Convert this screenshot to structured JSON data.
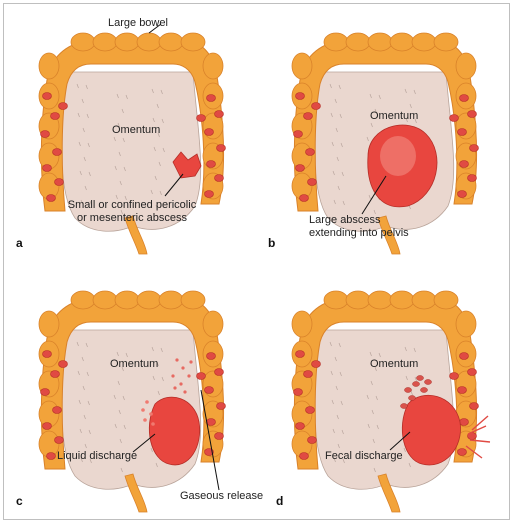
{
  "panels": [
    {
      "letter": "a",
      "labels": {
        "bowel": "Large bowel",
        "omentum": "Omentum",
        "line1": "Small or confined pericolic",
        "line2": "or mesenteric abscess"
      }
    },
    {
      "letter": "b",
      "labels": {
        "omentum": "Omentum",
        "line1": "Large abscess",
        "line2": "extending into pelvis"
      }
    },
    {
      "letter": "c",
      "labels": {
        "omentum": "Omentum",
        "liquid": "Liquid discharge",
        "gaseous": "Gaseous release"
      }
    },
    {
      "letter": "d",
      "labels": {
        "omentum": "Omentum",
        "fecal": "Fecal discharge"
      }
    }
  ],
  "colors": {
    "bowel": "#f2a33a",
    "bowel_dark": "#d9822a",
    "omentum": "#ead7cf",
    "abscess": "#e8463f",
    "abscess_light": "#f28a80",
    "lymph": "#e04a43"
  }
}
